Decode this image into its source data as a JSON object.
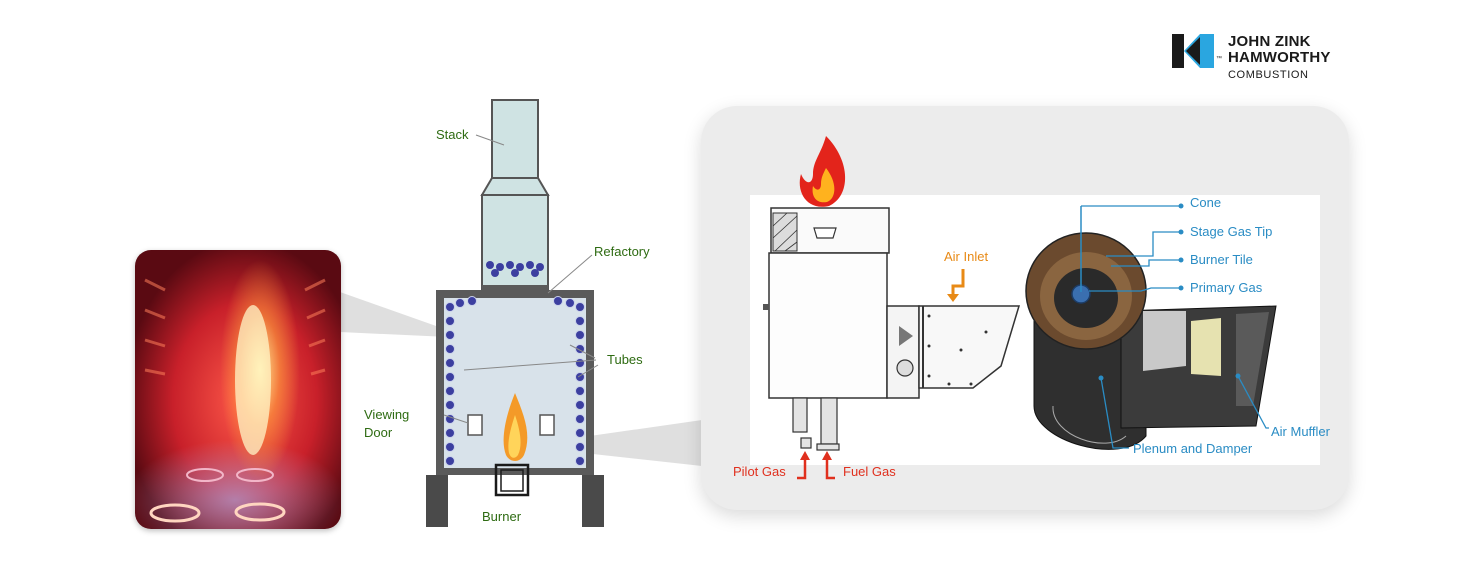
{
  "logo": {
    "line1": "JOHN ZINK",
    "line2": "HAMWORTHY",
    "line3": "COMBUSTION",
    "tm": "™"
  },
  "heater": {
    "labels": {
      "stack": "Stack",
      "refactory": "Refactory",
      "tubes": "Tubes",
      "viewing_door": "Viewing",
      "viewing_door_2": "Door",
      "burner": "Burner"
    }
  },
  "burner_detail": {
    "labels": {
      "air_inlet": "Air Inlet",
      "pilot_gas": "Pilot Gas",
      "fuel_gas": "Fuel Gas",
      "cone": "Cone",
      "stage_gas_tip": "Stage Gas Tip",
      "burner_tile": "Burner Tile",
      "primary_gas": "Primary Gas",
      "air_muffler": "Air Muffler",
      "plenum_and_damper": "Plenum and Damper"
    }
  },
  "colors": {
    "label_green": "#2e6b12",
    "label_blue": "#2a8cc4",
    "label_red": "#e0301e",
    "label_orange": "#e88a16",
    "logo_blue": "#2aa6e0"
  }
}
